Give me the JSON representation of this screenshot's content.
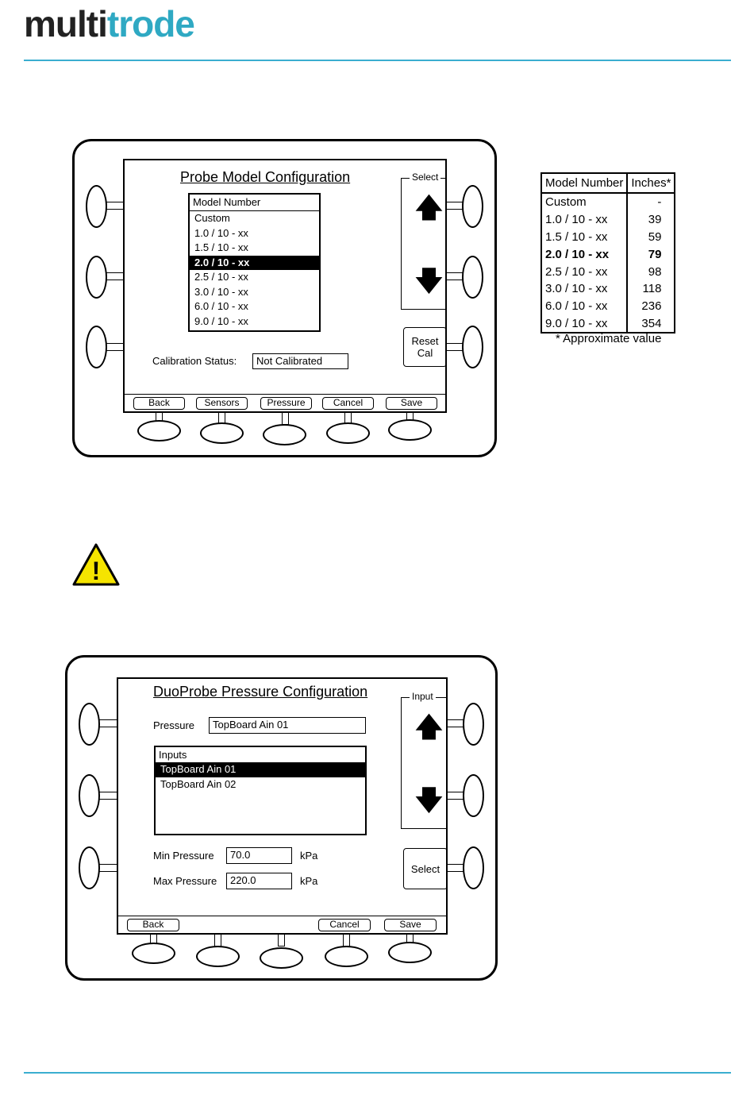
{
  "header": {
    "logo_part1": "multi",
    "logo_part2": "trode"
  },
  "colors": {
    "accent": "#3aaed0",
    "logo_dark": "#222222",
    "logo_teal": "#2fa9c3",
    "warning_yellow": "#f5e400"
  },
  "screen1": {
    "title": "Probe Model Configuration",
    "list_header": "Model Number",
    "list_items": [
      "Custom",
      "1.0 / 10 - xx",
      "1.5 / 10 - xx",
      "2.0 / 10 - xx",
      "2.5 / 10 - xx",
      "3.0 / 10 - xx",
      "6.0 / 10 - xx",
      "9.0 / 10 - xx"
    ],
    "selected_item": "2.0 / 10 - xx",
    "select_caption": "Select",
    "reset_button": "Reset\nCal",
    "calibration_label": "Calibration Status:",
    "calibration_value": "Not Calibrated",
    "softkeys": [
      "Back",
      "Sensors",
      "Pressure",
      "Cancel",
      "Save"
    ]
  },
  "table": {
    "headers": [
      "Model Number",
      "Inches*"
    ],
    "rows": [
      [
        "Custom",
        "-"
      ],
      [
        "1.0 / 10 - xx",
        "39"
      ],
      [
        "1.5 / 10 - xx",
        "59"
      ],
      [
        "2.0 / 10 - xx",
        "79"
      ],
      [
        "2.5 / 10 - xx",
        "98"
      ],
      [
        "3.0 / 10 - xx",
        "118"
      ],
      [
        "6.0 / 10 - xx",
        "236"
      ],
      [
        "9.0 / 10 - xx",
        "354"
      ]
    ],
    "bold_row": 3,
    "note": "* Approximate value"
  },
  "warning": {
    "icon": "warning-triangle-icon",
    "glyph": "!"
  },
  "screen2": {
    "title": "DuoProbe Pressure Configuration",
    "pressure_label": "Pressure",
    "pressure_value": "TopBoard Ain 01",
    "list_header": "Inputs",
    "list_items": [
      "TopBoard Ain 01",
      "TopBoard Ain 02"
    ],
    "selected_item": "TopBoard Ain 01",
    "input_caption": "Input",
    "select_button": "Select",
    "min_label": "Min Pressure",
    "min_value": "70.0",
    "max_label": "Max Pressure",
    "max_value": "220.0",
    "unit": "kPa",
    "softkeys": {
      "back": "Back",
      "cancel": "Cancel",
      "save": "Save"
    }
  }
}
